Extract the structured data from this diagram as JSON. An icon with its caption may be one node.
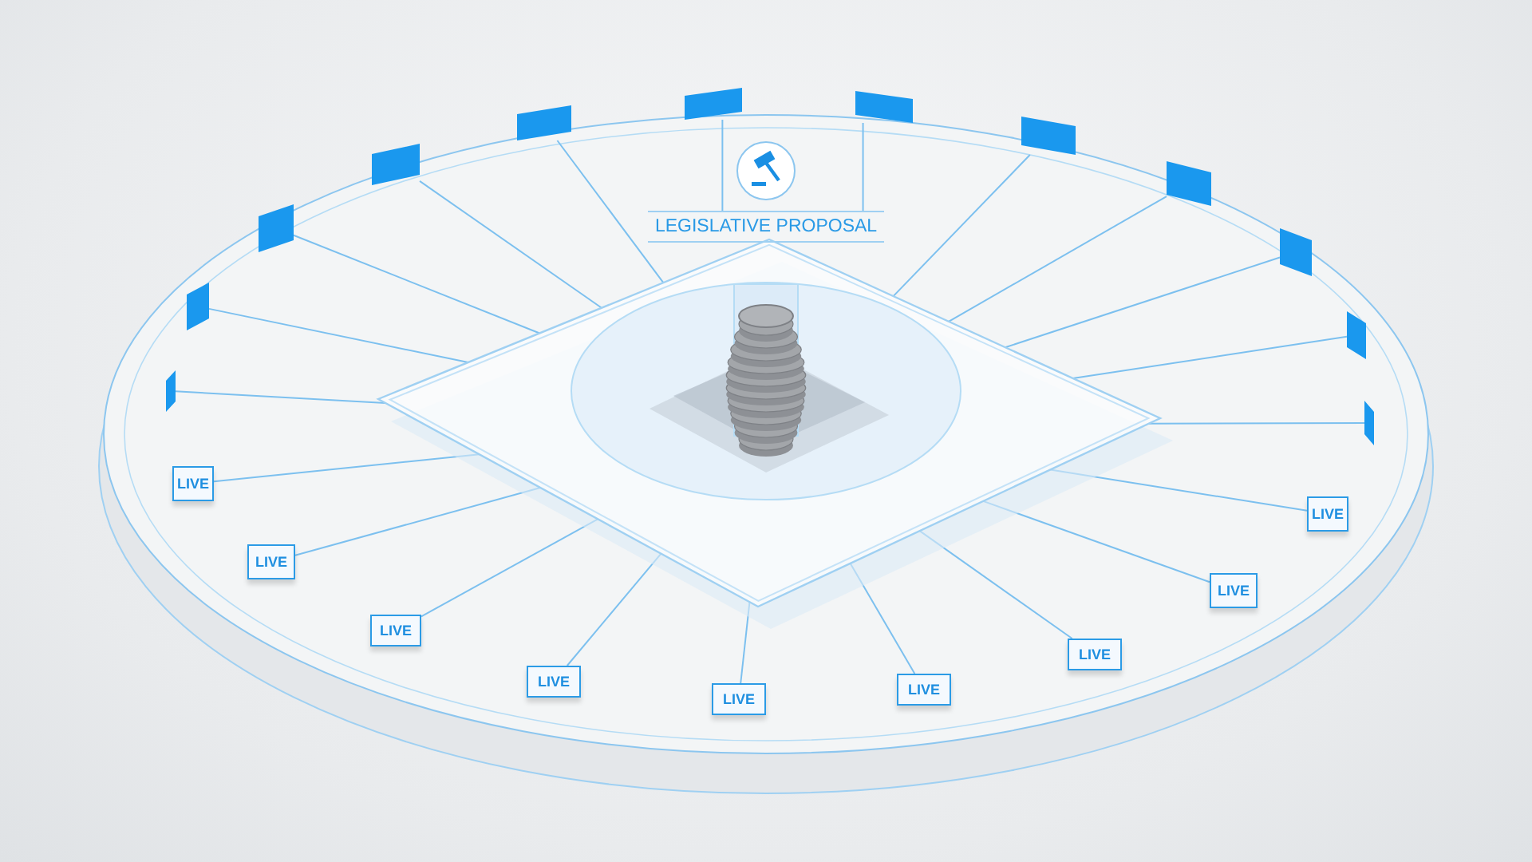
{
  "diagram": {
    "nodes": [
      {
        "text": [],
        "shape": "diamond"
      },
      {
        "text": [
          "LEGISLATIVE PROPOSAL"
        ]
      },
      {
        "text": [],
        "shape": "picture",
        "in": 0
      },
      {
        "text": [],
        "shape": "box"
      },
      {
        "text": [],
        "shape": "box"
      },
      {
        "text": [],
        "shape": "box"
      },
      {
        "text": [],
        "shape": "box"
      },
      {
        "text": [],
        "shape": "box"
      },
      {
        "text": [],
        "shape": "box"
      },
      {
        "text": [],
        "shape": "box"
      },
      {
        "text": [],
        "shape": "box"
      },
      {
        "text": [],
        "shape": "box"
      },
      {
        "text": [],
        "shape": "box"
      },
      {
        "text": [],
        "shape": "box"
      },
      {
        "text": [],
        "shape": "box"
      },
      {
        "text": [
          "LIVE"
        ]
      },
      {
        "text": [
          "LIVE"
        ]
      },
      {
        "text": [
          "LIVE"
        ]
      },
      {
        "text": [
          "LIVE"
        ]
      },
      {
        "text": [
          "LIVE"
        ]
      },
      {
        "text": [
          "LIVE"
        ]
      },
      {
        "text": [
          "LIVE"
        ]
      },
      {
        "text": [
          "LIVE"
        ]
      },
      {
        "text": [
          "LIVE"
        ]
      }
    ],
    "edges": [
      {
        "from": 3,
        "to": 0,
        "arrow": "none"
      },
      {
        "from": 4,
        "to": 0,
        "arrow": "none"
      },
      {
        "from": 5,
        "to": 0,
        "arrow": "none"
      },
      {
        "from": 6,
        "to": 0,
        "arrow": "none"
      },
      {
        "from": 7,
        "to": 0,
        "arrow": "none"
      },
      {
        "from": 8,
        "to": 1,
        "arrow": "none"
      },
      {
        "from": 9,
        "to": 1,
        "arrow": "none"
      },
      {
        "from": 10,
        "to": 0,
        "arrow": "none"
      },
      {
        "from": 11,
        "to": 0,
        "arrow": "none"
      },
      {
        "from": 12,
        "to": 0,
        "arrow": "none"
      },
      {
        "from": 13,
        "to": 0,
        "arrow": "none"
      },
      {
        "from": 14,
        "to": 0,
        "arrow": "none"
      },
      {
        "from": 15,
        "to": 0,
        "arrow": "none"
      },
      {
        "from": 16,
        "to": 0,
        "arrow": "none"
      },
      {
        "from": 17,
        "to": 0,
        "arrow": "none"
      },
      {
        "from": 18,
        "to": 0,
        "arrow": "none"
      },
      {
        "from": 19,
        "to": 0,
        "arrow": "none"
      },
      {
        "from": 20,
        "to": 0,
        "arrow": "none"
      },
      {
        "from": 21,
        "to": 0,
        "arrow": "none"
      },
      {
        "from": 22,
        "to": 0,
        "arrow": "none"
      },
      {
        "from": 23,
        "to": 0,
        "arrow": "none"
      }
    ]
  }
}
